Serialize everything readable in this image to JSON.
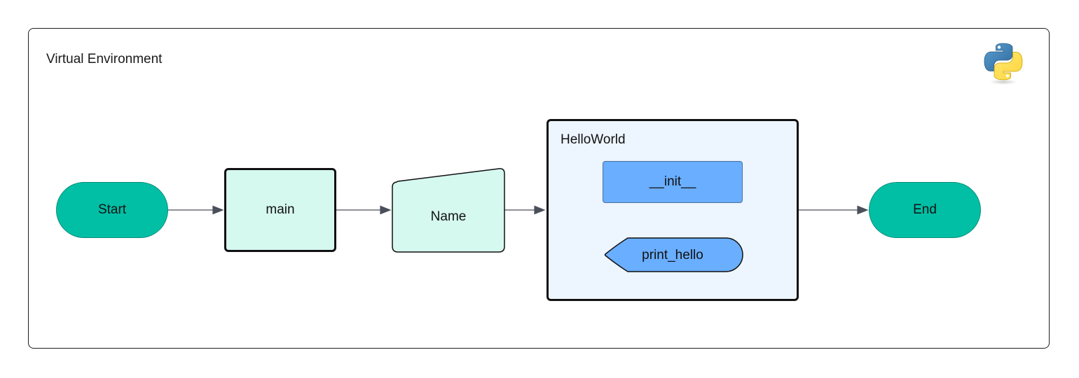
{
  "diagram": {
    "environment": {
      "title": "Virtual Environment",
      "logo": "python-logo"
    },
    "nodes": {
      "start": "Start",
      "main": "main",
      "name": "Name",
      "class_title": "HelloWorld",
      "init_method": "__init__",
      "print_method": "print_hello",
      "end": "End"
    },
    "edges": [
      {
        "from": "Start",
        "to": "main"
      },
      {
        "from": "main",
        "to": "Name"
      },
      {
        "from": "Name",
        "to": "HelloWorld"
      },
      {
        "from": "HelloWorld",
        "to": "End"
      }
    ],
    "colors": {
      "terminal": "#00bfa5",
      "process_fill": "#d5f8ef",
      "class_fill": "#edf5ff",
      "method_fill": "#6aaeff",
      "python_blue": "#3b77a8",
      "python_yellow": "#ffd43b"
    }
  }
}
